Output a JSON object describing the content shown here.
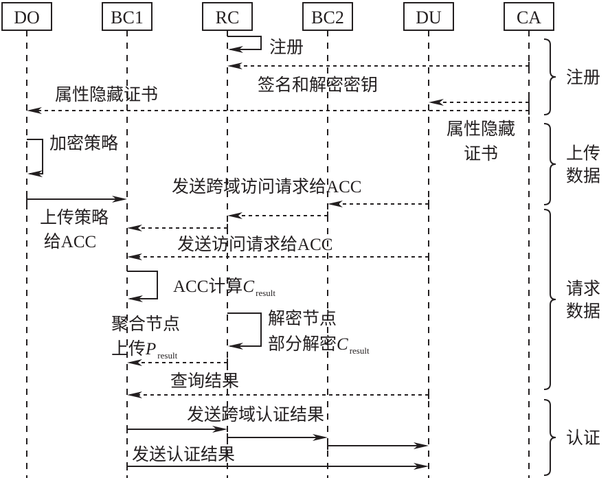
{
  "actors": [
    {
      "id": "DO",
      "label": "DO"
    },
    {
      "id": "BC1",
      "label": "BC1"
    },
    {
      "id": "RC",
      "label": "RC"
    },
    {
      "id": "BC2",
      "label": "BC2"
    },
    {
      "id": "DU",
      "label": "DU"
    },
    {
      "id": "CA",
      "label": "CA"
    }
  ],
  "messages": [
    {
      "name": "rc-register-self",
      "from": "RC",
      "to": "RC",
      "style": "solid",
      "lines": [
        [
          {
            "t": "注册"
          }
        ]
      ]
    },
    {
      "name": "ca-to-rc-keys",
      "from": "CA",
      "to": "RC",
      "style": "dashed",
      "lines": [
        [
          {
            "t": "签名和解密密钥"
          }
        ]
      ]
    },
    {
      "name": "ca-to-du-cert",
      "from": "CA",
      "to": "DU",
      "style": "dashed",
      "lines": [
        [
          {
            "t": "属性隐藏"
          }
        ],
        [
          {
            "t": "证书"
          }
        ]
      ]
    },
    {
      "name": "ca-to-do-cert",
      "from": "CA",
      "to": "DO",
      "style": "dashed",
      "lines": [
        [
          {
            "t": "属性隐藏证书"
          }
        ]
      ]
    },
    {
      "name": "do-encrypt-policy-self",
      "from": "DO",
      "to": "DO",
      "style": "solid",
      "lines": [
        [
          {
            "t": "加密策略"
          }
        ]
      ]
    },
    {
      "name": "do-to-bc1-upload-policy",
      "from": "DO",
      "to": "BC1",
      "style": "solid",
      "lines": [
        [
          {
            "t": "上传策略"
          }
        ],
        [
          {
            "t": "给"
          },
          {
            "t": "ACC",
            "f": "latin"
          }
        ]
      ]
    },
    {
      "name": "du-to-bc2-crossdomain-request",
      "from": "DU",
      "to": "BC2",
      "style": "dashed",
      "lines": [
        [
          {
            "t": "发送跨域访问请求给"
          },
          {
            "t": "ACC",
            "f": "latin"
          }
        ]
      ]
    },
    {
      "name": "bc2-to-rc-forward",
      "from": "BC2",
      "to": "RC",
      "style": "dashed",
      "lines": []
    },
    {
      "name": "rc-to-bc1-forward",
      "from": "RC",
      "to": "BC1",
      "style": "dashed",
      "lines": []
    },
    {
      "name": "du-to-bc1-request",
      "from": "DU",
      "to": "BC1",
      "style": "dashed",
      "lines": [
        [
          {
            "t": "发送访问请求给"
          },
          {
            "t": "ACC",
            "f": "latin"
          }
        ]
      ]
    },
    {
      "name": "bc1-compute-self",
      "from": "BC1",
      "to": "BC1",
      "style": "solid",
      "lines": [
        [
          {
            "t": "ACC",
            "f": "latin"
          },
          {
            "t": "计算"
          },
          {
            "t": "C",
            "f": "ital"
          },
          {
            "t": "result",
            "f": "sub"
          }
        ]
      ]
    },
    {
      "name": "rc-partial-decrypt-self",
      "from": "RC",
      "to": "RC",
      "style": "solid",
      "lines": [
        [
          {
            "t": "解密节点"
          }
        ],
        [
          {
            "t": "部分解密"
          },
          {
            "t": "C",
            "f": "ital"
          },
          {
            "t": "result",
            "f": "sub"
          }
        ]
      ]
    },
    {
      "name": "rc-to-bc1-upload-presult",
      "from": "RC",
      "to": "BC1",
      "style": "dashed",
      "lines": [
        [
          {
            "t": "聚合节点"
          }
        ],
        [
          {
            "t": "上传"
          },
          {
            "t": "P",
            "f": "ital"
          },
          {
            "t": "result",
            "f": "sub"
          }
        ]
      ]
    },
    {
      "name": "du-to-bc1-query-result",
      "from": "DU",
      "to": "BC1",
      "style": "dashed",
      "lines": [
        [
          {
            "t": "查询结果"
          }
        ]
      ]
    },
    {
      "name": "bc1-to-rc-crossdomain-auth",
      "from": "BC1",
      "to": "RC",
      "style": "solid",
      "lines": [
        [
          {
            "t": "发送跨域认证结果"
          }
        ]
      ]
    },
    {
      "name": "rc-to-bc2-crossdomain-auth",
      "from": "RC",
      "to": "BC2",
      "style": "solid",
      "lines": []
    },
    {
      "name": "bc2-to-du-crossdomain-auth",
      "from": "BC2",
      "to": "DU",
      "style": "solid",
      "lines": []
    },
    {
      "name": "bc1-to-du-auth-result",
      "from": "BC1",
      "to": "DU",
      "style": "solid",
      "lines": [
        [
          {
            "t": "发送认证结果"
          }
        ]
      ]
    }
  ],
  "phases": [
    {
      "name": "phase-register",
      "lines": [
        "注册"
      ]
    },
    {
      "name": "phase-upload-data",
      "lines": [
        "上传",
        "数据"
      ]
    },
    {
      "name": "phase-request-data",
      "lines": [
        "请求",
        "数据"
      ]
    },
    {
      "name": "phase-authentication",
      "lines": [
        "认证"
      ]
    }
  ]
}
